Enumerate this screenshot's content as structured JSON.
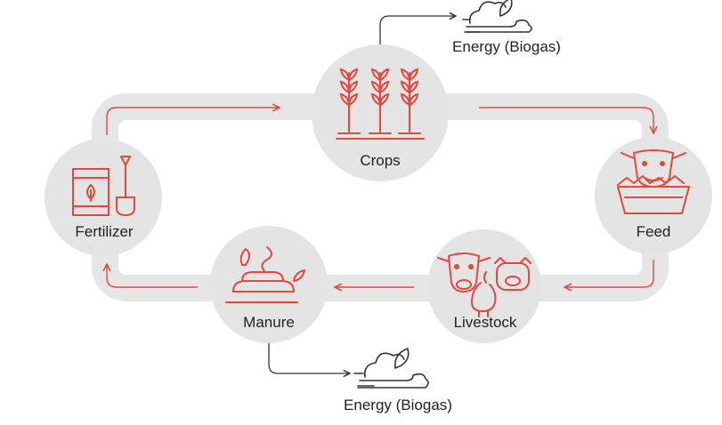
{
  "nodes": {
    "crops": {
      "label": "Crops"
    },
    "feed": {
      "label": "Feed"
    },
    "livestock": {
      "label": "Livestock"
    },
    "manure": {
      "label": "Manure"
    },
    "fertilizer": {
      "label": "Fertilizer"
    }
  },
  "energy": {
    "top": {
      "label": "Energy (Biogas)"
    },
    "bottom": {
      "label": "Energy (Biogas)"
    }
  },
  "icons": {
    "crops": "wheat-icon",
    "feed": "cow-eating-feed-icon",
    "livestock": "livestock-icon",
    "manure": "manure-icon",
    "fertilizer": "fertilizer-bag-shovel-icon",
    "energy": "biogas-cloud-icon"
  },
  "colors": {
    "accent": "#e8463c",
    "loop": "#e6e6e6",
    "circle": "#e4e4e4",
    "text": "#222222",
    "connector": "#333333"
  }
}
